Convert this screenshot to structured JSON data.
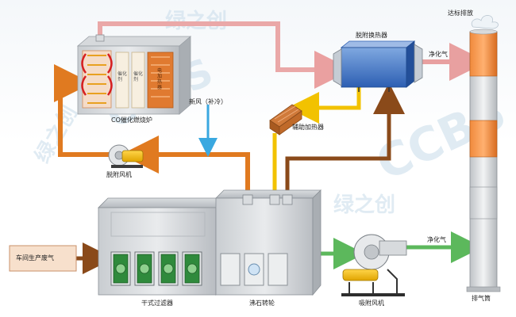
{
  "labels": {
    "co_furnace": "CO催化燃烧炉",
    "desorption_fan": "脱附风机",
    "fresh_air": "新风（补冷）",
    "heat_exchanger": "脱附换热器",
    "clean_gas": "净化气",
    "aux_heater": "辅助加热器",
    "emission_standard": "达标排放",
    "waste_gas": "车间生产废气",
    "dry_filter": "干式过滤器",
    "zeolite_rotor": "沸石转轮",
    "suction_fan": "吸附风机",
    "exhaust_stack": "排气筒",
    "catalyst": "催化剂",
    "electric_heater": "电加热器"
  },
  "watermark": {
    "text": "CCBS",
    "brand": "绿之创"
  },
  "colors": {
    "hot_gas": "#eaa8a8",
    "desorption_flow": "#e07a20",
    "fresh_air": "#3aa8e0",
    "heated_air": "#f2c200",
    "waste_gas": "#8a4a1a",
    "clean_gas": "#5cb85c"
  },
  "filter_window_count": 4
}
